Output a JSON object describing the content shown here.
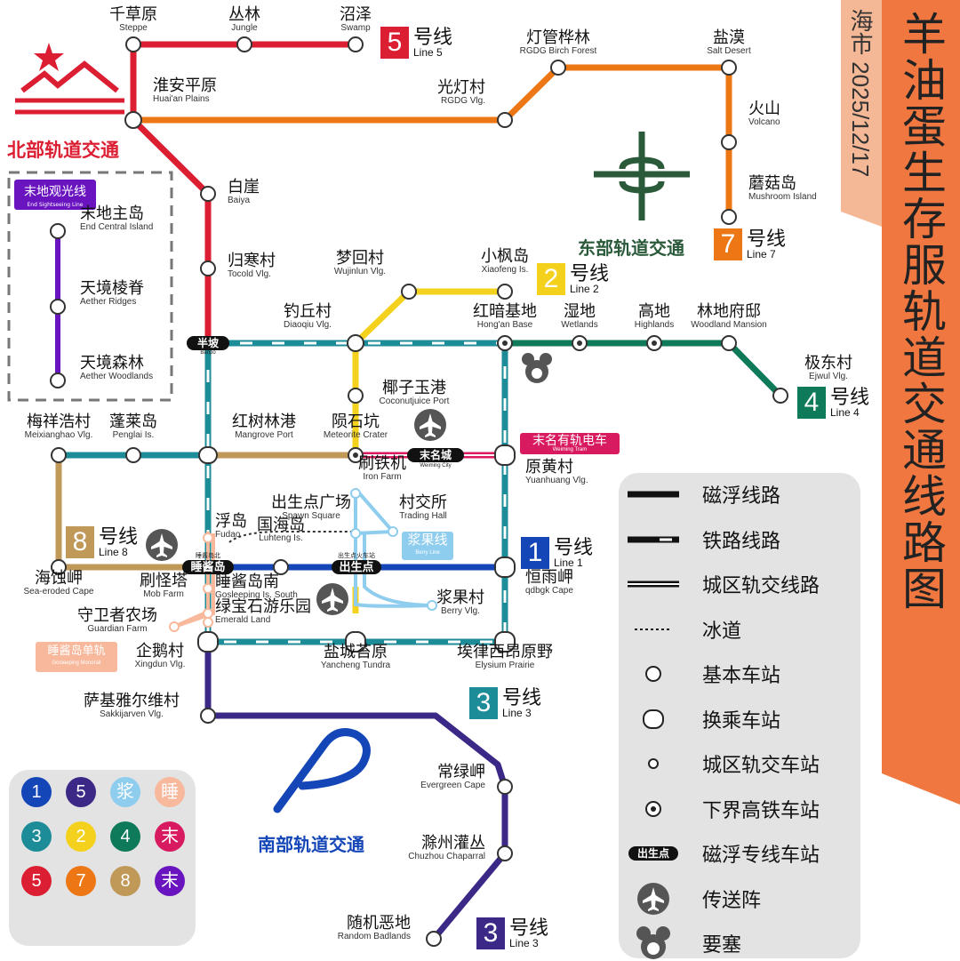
{
  "title": "羊油蛋生存服轨道交通线路图",
  "subtitle": "海市 2025/12/17",
  "colors": {
    "line1": "#1446b8",
    "line2": "#f4d11c",
    "line3": "#3c2887",
    "line4": "#0e7a5a",
    "line5": "#dc1e32",
    "line7": "#ec7714",
    "line8": "#c09858",
    "sightseeing": "#6a14c0",
    "metro": "#1c8c98",
    "berry": "#8fcdee",
    "tram": "#d81b60",
    "monorail": "#f7b89c",
    "north": "#dc1e32",
    "east": "#2a5a3a",
    "south": "#1446b8",
    "banner": "#f07840",
    "accent": "#f5b896"
  },
  "regions": {
    "north": "北部轨道交通",
    "east": "东部轨道交通",
    "south": "南部轨道交通"
  },
  "lines": [
    {
      "id": "5",
      "name": "号线",
      "en": "Line 5",
      "color": "#dc1e32"
    },
    {
      "id": "7",
      "name": "号线",
      "en": "Line 7",
      "color": "#ec7714"
    },
    {
      "id": "2",
      "name": "号线",
      "en": "Line 2",
      "color": "#f4d11c"
    },
    {
      "id": "4",
      "name": "号线",
      "en": "Line 4",
      "color": "#0e7a5a"
    },
    {
      "id": "8",
      "name": "号线",
      "en": "Line 8",
      "color": "#c09858"
    },
    {
      "id": "1",
      "name": "号线",
      "en": "Line 1",
      "color": "#1446b8"
    },
    {
      "id": "3",
      "name": "号线",
      "en": "Line 3",
      "color": "#1c8c98"
    },
    {
      "id": "3",
      "name": "号线",
      "en": "Line 3",
      "color": "#3c2887"
    }
  ],
  "special_lines": {
    "sightseeing": {
      "zh": "末地观光线",
      "en": "End Sightseeing Line"
    },
    "tram": {
      "zh": "末名有轨电车",
      "en": "Weiming Tram"
    },
    "berry": {
      "zh": "浆果线",
      "en": "Berry Line"
    },
    "monorail": {
      "zh": "睡酱岛单轨",
      "en": "Gosleeping Monorail"
    }
  },
  "maglev_stations": [
    {
      "zh": "半坡",
      "en": "Banpo"
    },
    {
      "zh": "末名城",
      "en": "Weiming City"
    },
    {
      "zh": "睡酱岛",
      "en": "睡酱岛北"
    },
    {
      "zh": "出生点",
      "en": "出生点火车站"
    }
  ],
  "stations": [
    {
      "zh": "千草原",
      "en": "Steppe"
    },
    {
      "zh": "丛林",
      "en": "Jungle"
    },
    {
      "zh": "沼泽",
      "en": "Swamp"
    },
    {
      "zh": "灯管桦林",
      "en": "RGDG Birch Forest"
    },
    {
      "zh": "盐漠",
      "en": "Salt Desert"
    },
    {
      "zh": "淮安平原",
      "en": "Huai'an Plains"
    },
    {
      "zh": "光灯村",
      "en": "RGDG Vlg."
    },
    {
      "zh": "火山",
      "en": "Volcano"
    },
    {
      "zh": "蘑菇岛",
      "en": "Mushroom Island"
    },
    {
      "zh": "白崖",
      "en": "Baiya"
    },
    {
      "zh": "归寒村",
      "en": "Tocold Vlg."
    },
    {
      "zh": "梦回村",
      "en": "Wujinlun Vlg."
    },
    {
      "zh": "小枫岛",
      "en": "Xiaofeng Is."
    },
    {
      "zh": "钓丘村",
      "en": "Diaoqiu Vlg."
    },
    {
      "zh": "红暗基地",
      "en": "Hong'an Base"
    },
    {
      "zh": "湿地",
      "en": "Wetlands"
    },
    {
      "zh": "高地",
      "en": "Highlands"
    },
    {
      "zh": "林地府邸",
      "en": "Woodland Mansion"
    },
    {
      "zh": "极东村",
      "en": "Ejwul Vlg."
    },
    {
      "zh": "椰子玉港",
      "en": "Coconutjuice Port"
    },
    {
      "zh": "梅祥浩村",
      "en": "Meixianghao Vlg."
    },
    {
      "zh": "蓬莱岛",
      "en": "Penglai Is."
    },
    {
      "zh": "红树林港",
      "en": "Mangrove Port"
    },
    {
      "zh": "陨石坑",
      "en": "Meteorite Crater"
    },
    {
      "zh": "刷铁机",
      "en": "Iron Farm"
    },
    {
      "zh": "原黄村",
      "en": "Yuanhuang Vlg."
    },
    {
      "zh": "出生点广场",
      "en": "Spawn Square"
    },
    {
      "zh": "村交所",
      "en": "Trading Hall"
    },
    {
      "zh": "浮岛",
      "en": "Fudao"
    },
    {
      "zh": "国海岛",
      "en": "Luhteng Is."
    },
    {
      "zh": "海蚀岬",
      "en": "Sea-eroded Cape"
    },
    {
      "zh": "刷怪塔",
      "en": "Mob Farm"
    },
    {
      "zh": "睡酱岛南",
      "en": "Gosleeping Is. South"
    },
    {
      "zh": "绿宝石游乐园",
      "en": "Emerald Land"
    },
    {
      "zh": "恒雨岬",
      "en": "qdbgk Cape"
    },
    {
      "zh": "浆果村",
      "en": "Berry Vlg."
    },
    {
      "zh": "守卫者农场",
      "en": "Guardian Farm"
    },
    {
      "zh": "企鹅村",
      "en": "Xingdun Vlg."
    },
    {
      "zh": "盐城苔原",
      "en": "Yancheng Tundra"
    },
    {
      "zh": "埃律西昂原野",
      "en": "Elysium Prairie"
    },
    {
      "zh": "萨基雅尔维村",
      "en": "Sakkijarven Vlg."
    },
    {
      "zh": "常绿岬",
      "en": "Evergreen Cape"
    },
    {
      "zh": "滁州灌丛",
      "en": "Chuzhou Chaparral"
    },
    {
      "zh": "随机恶地",
      "en": "Random Badlands"
    },
    {
      "zh": "末地主岛",
      "en": "End Central Island"
    },
    {
      "zh": "天境棱脊",
      "en": "Aether Ridges"
    },
    {
      "zh": "天境森林",
      "en": "Aether Woodlands"
    }
  ],
  "legend": [
    {
      "icon": "maglev-line-symbol",
      "label": "磁浮线路"
    },
    {
      "icon": "railway-line-symbol",
      "label": "铁路线路"
    },
    {
      "icon": "metro-line-symbol",
      "label": "城区轨交线路"
    },
    {
      "icon": "ice-road-symbol",
      "label": "冰道"
    },
    {
      "icon": "basic-station-symbol",
      "label": "基本车站"
    },
    {
      "icon": "interchange-station-symbol",
      "label": "换乘车站"
    },
    {
      "icon": "metro-station-symbol",
      "label": "城区轨交车站"
    },
    {
      "icon": "nether-station-symbol",
      "label": "下界高铁车站"
    },
    {
      "icon": "maglev-station-symbol",
      "label": "出生点",
      "text": "磁浮专线车站"
    },
    {
      "icon": "teleporter-icon",
      "label": "传送阵"
    },
    {
      "icon": "fortress-icon",
      "label": "要塞"
    }
  ],
  "badges": [
    {
      "label": "1",
      "color": "#1446b8"
    },
    {
      "label": "5",
      "color": "#3c2887"
    },
    {
      "label": "浆",
      "color": "#8fcdee"
    },
    {
      "label": "睡",
      "color": "#f7b89c"
    },
    {
      "label": "3",
      "color": "#1c8c98"
    },
    {
      "label": "2",
      "color": "#f4d11c"
    },
    {
      "label": "4",
      "color": "#0e7a5a"
    },
    {
      "label": "末",
      "color": "#d81b60"
    },
    {
      "label": "5",
      "color": "#dc1e32"
    },
    {
      "label": "7",
      "color": "#ec7714"
    },
    {
      "label": "8",
      "color": "#c09858"
    },
    {
      "label": "末",
      "color": "#6a14c0"
    }
  ]
}
